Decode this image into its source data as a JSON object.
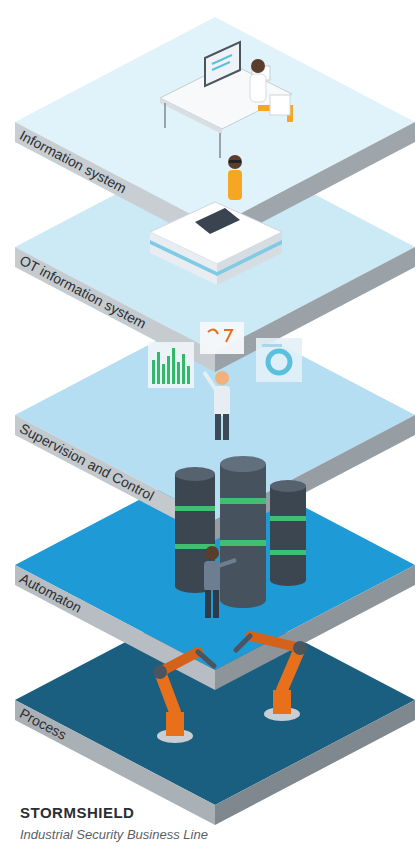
{
  "diagram": {
    "nodes": [
      {
        "text": [
          "Information system"
        ]
      },
      {
        "text": [
          "OT information system"
        ]
      },
      {
        "text": [
          "Supervision and Control"
        ]
      },
      {
        "text": [
          "Automaton"
        ]
      },
      {
        "text": [
          "Process"
        ]
      }
    ],
    "labels": [
      "STORMSHIELD",
      "Industrial Security Business Line"
    ]
  }
}
